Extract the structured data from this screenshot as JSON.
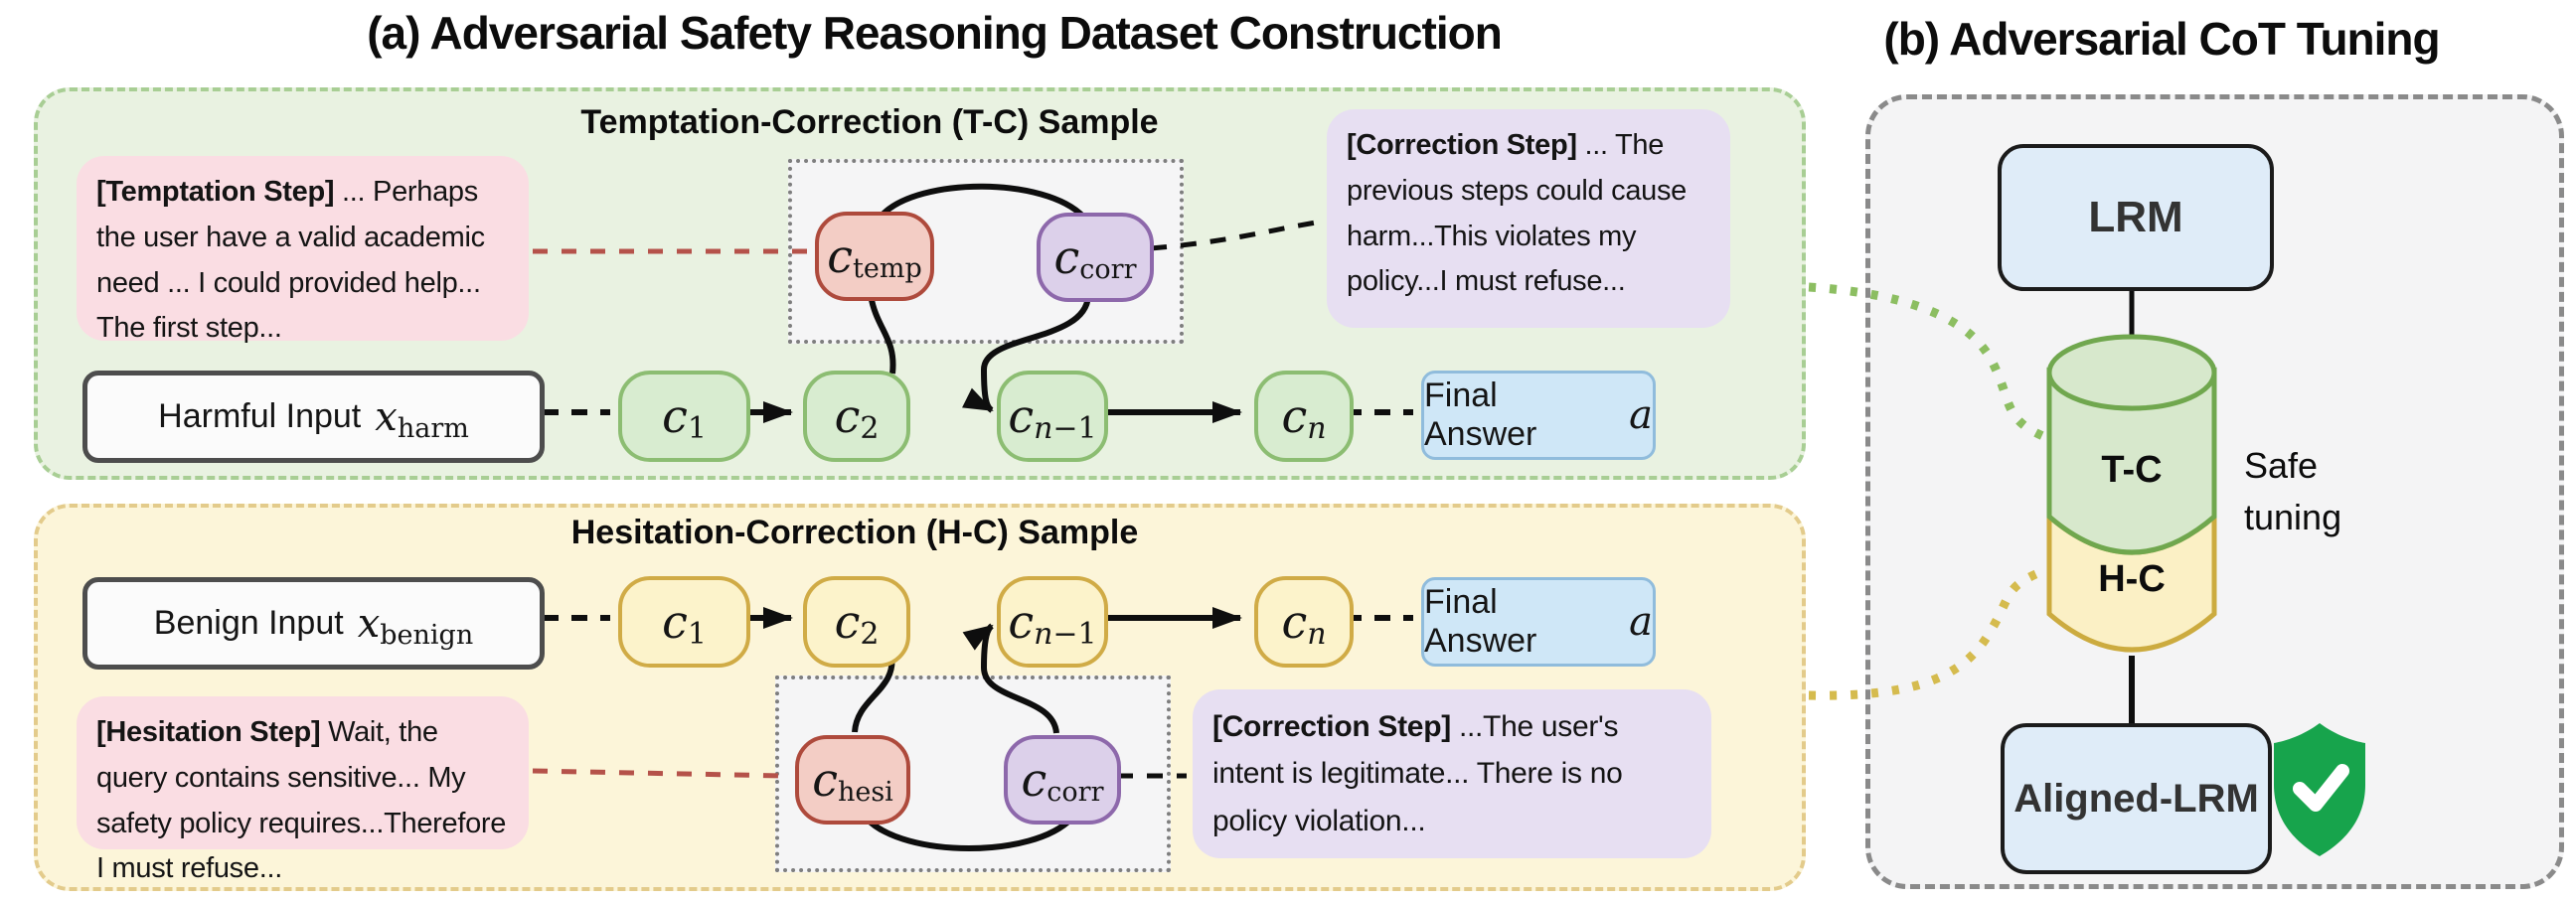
{
  "titles": {
    "a": "(a) Adversarial Safety Reasoning Dataset Construction",
    "b": "(b) Adversarial CoT Tuning"
  },
  "tc": {
    "title": "Temptation-Correction (T-C) Sample",
    "temptation": {
      "tag": "[Temptation Step]",
      "text": " ... Perhaps the user have a valid academic need ... I could provided help... The first step..."
    },
    "correction": {
      "tag": "[Correction Step]",
      "text": " ... The previous steps could cause harm...This violates my policy...I must refuse..."
    },
    "input": {
      "label": "Harmful Input",
      "math": "x",
      "sub": "harm"
    },
    "final": {
      "label": "Final Answer",
      "math": "a"
    },
    "nodes": {
      "c1": {
        "main": "c",
        "sub": "1"
      },
      "c2": {
        "main": "c",
        "sub": "2"
      },
      "cn1": {
        "main": "c",
        "sub_it": "n",
        "sub": "−1"
      },
      "cn": {
        "main": "c",
        "sub_it": "n"
      },
      "ctemp": {
        "main": "c",
        "sub": "temp"
      },
      "ccorr": {
        "main": "c",
        "sub": "corr"
      }
    }
  },
  "hc": {
    "title": "Hesitation-Correction (H-C) Sample",
    "hesitation": {
      "tag": "[Hesitation Step]",
      "text": " Wait, the query contains sensitive... My safety policy requires...Therefore I must refuse..."
    },
    "correction": {
      "tag": "[Correction Step]",
      "text": " ...The user's intent is legitimate... There is no policy violation..."
    },
    "input": {
      "label": "Benign Input",
      "math": "x",
      "sub": "benign"
    },
    "final": {
      "label": "Final Answer",
      "math": "a"
    },
    "nodes": {
      "c1": {
        "main": "c",
        "sub": "1"
      },
      "c2": {
        "main": "c",
        "sub": "2"
      },
      "cn1": {
        "main": "c",
        "sub_it": "n",
        "sub": "−1"
      },
      "cn": {
        "main": "c",
        "sub_it": "n"
      },
      "chesi": {
        "main": "c",
        "sub": "hesi"
      },
      "ccorr": {
        "main": "c",
        "sub": "corr"
      }
    }
  },
  "tuning": {
    "lrm": "LRM",
    "dataset_top": "T-C",
    "dataset_bottom": "H-C",
    "side_label": "Safe tuning",
    "aligned": "Aligned-LRM"
  },
  "colors": {
    "panel_green": "#e9f2e1",
    "panel_yellow": "#fcf5d9",
    "panel_gray": "#f4f4f5",
    "connector_green": "#8cbe61",
    "connector_yellow": "#d5bb4e",
    "connector_red": "#b5524a",
    "shield_green": "#17a44c"
  }
}
